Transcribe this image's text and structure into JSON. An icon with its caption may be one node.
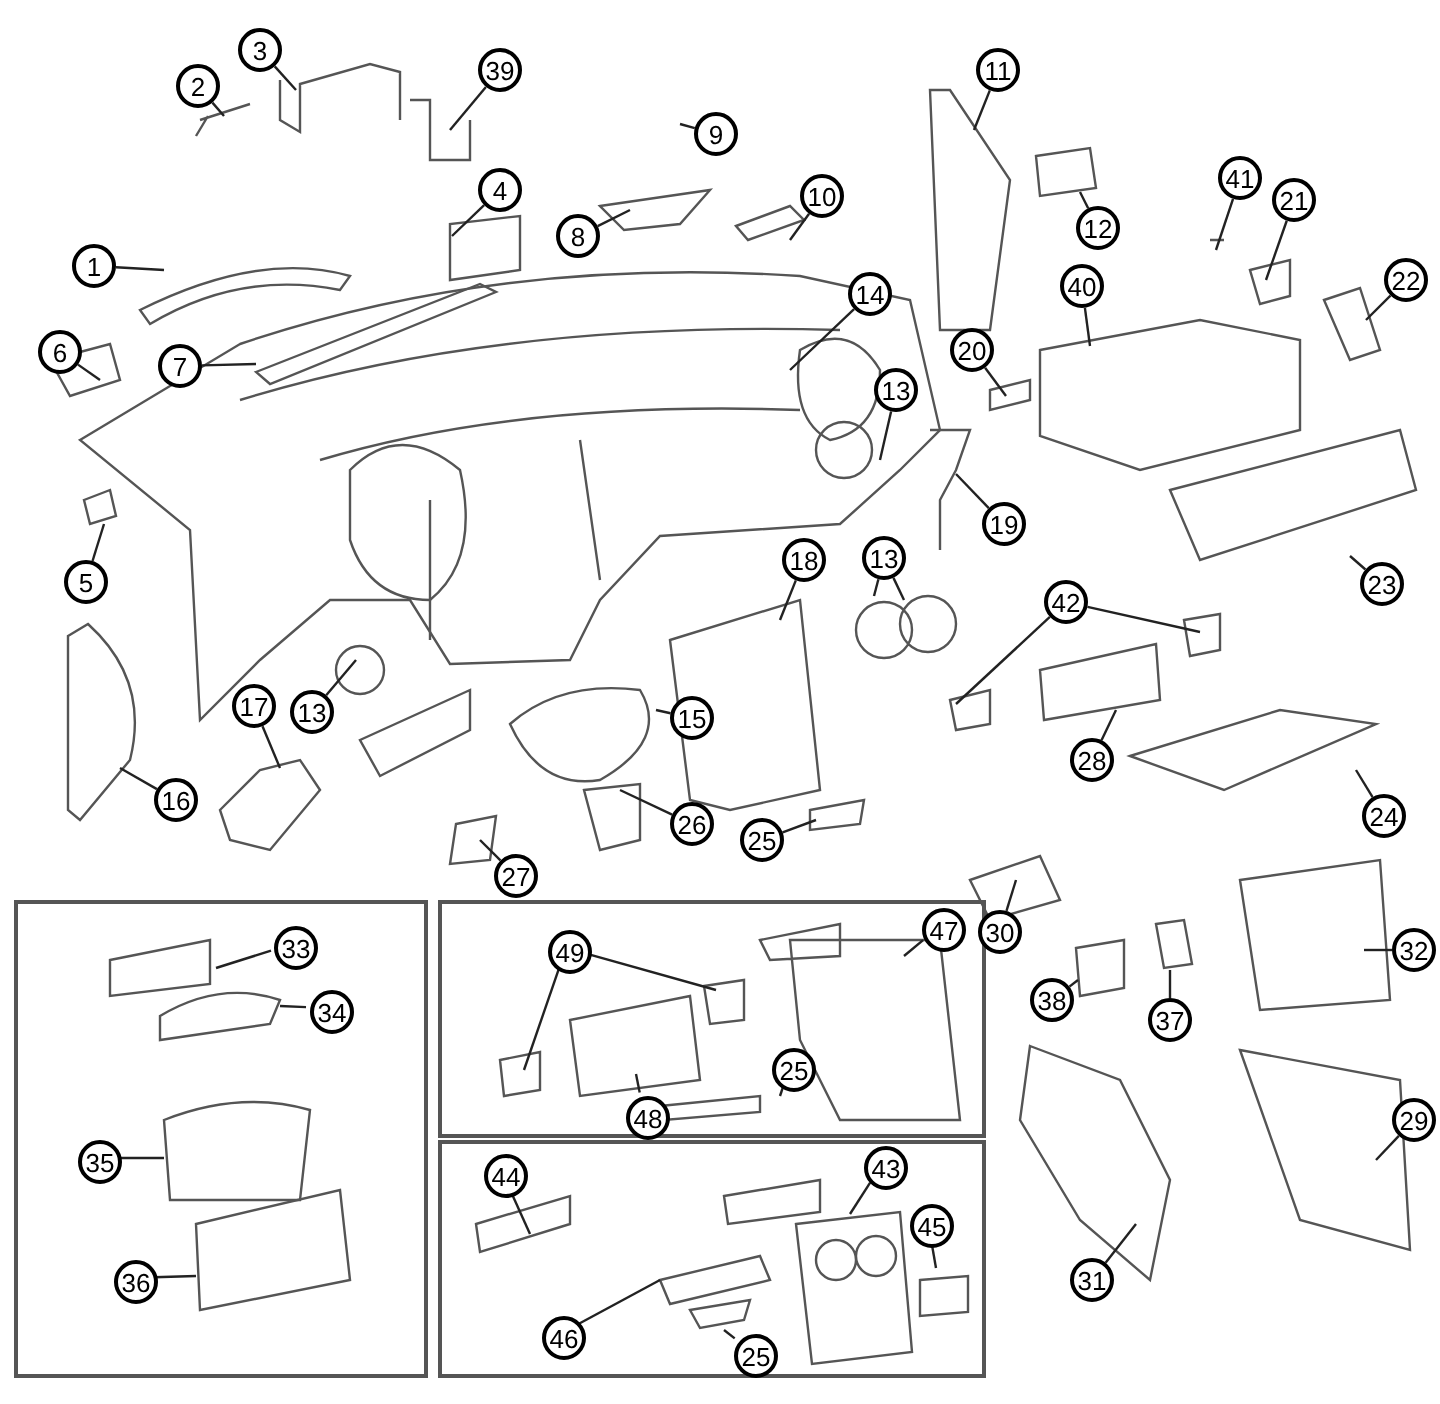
{
  "diagram": {
    "nodes": [
      {
        "text": [
          "3"
        ]
      },
      {
        "text": [
          "2"
        ]
      },
      {
        "text": [
          "39"
        ]
      },
      {
        "text": [
          "9"
        ]
      },
      {
        "text": [
          "11"
        ]
      },
      {
        "text": [
          "4"
        ]
      },
      {
        "text": [
          "10"
        ]
      },
      {
        "text": [
          "41"
        ]
      },
      {
        "text": [
          "21"
        ]
      },
      {
        "text": [
          "12"
        ]
      },
      {
        "text": [
          "8"
        ]
      },
      {
        "text": [
          "1"
        ]
      },
      {
        "text": [
          "22"
        ]
      },
      {
        "text": [
          "40"
        ]
      },
      {
        "text": [
          "14"
        ]
      },
      {
        "text": [
          "20"
        ]
      },
      {
        "text": [
          "6"
        ]
      },
      {
        "text": [
          "7"
        ]
      },
      {
        "text": [
          "13"
        ]
      },
      {
        "text": [
          "19"
        ]
      },
      {
        "text": [
          "13"
        ]
      },
      {
        "text": [
          "18"
        ]
      },
      {
        "text": [
          "5"
        ]
      },
      {
        "text": [
          "23"
        ]
      },
      {
        "text": [
          "42"
        ]
      },
      {
        "text": [
          "17"
        ]
      },
      {
        "text": [
          "13"
        ]
      },
      {
        "text": [
          "15"
        ]
      },
      {
        "text": [
          "28"
        ]
      },
      {
        "text": [
          "16"
        ]
      },
      {
        "text": [
          "24"
        ]
      },
      {
        "text": [
          "26"
        ]
      },
      {
        "text": [
          "25"
        ]
      },
      {
        "text": [
          "27"
        ]
      },
      {
        "text": [],
        "shape": "box"
      },
      {
        "text": [
          "33"
        ],
        "in": 34
      },
      {
        "text": [
          "34"
        ],
        "in": 34
      },
      {
        "text": [
          "35"
        ],
        "in": 34
      },
      {
        "text": [
          "36"
        ],
        "in": 34
      },
      {
        "text": [],
        "shape": "box"
      },
      {
        "text": [
          "49"
        ],
        "in": 39
      },
      {
        "text": [
          "47"
        ],
        "in": 39
      },
      {
        "text": [
          "25"
        ],
        "in": 39
      },
      {
        "text": [
          "48"
        ],
        "in": 39
      },
      {
        "text": [
          "30"
        ]
      },
      {
        "text": [
          "32"
        ]
      },
      {
        "text": [
          "38"
        ]
      },
      {
        "text": [
          "37"
        ]
      },
      {
        "text": [],
        "shape": "box"
      },
      {
        "text": [
          "44"
        ],
        "in": 48
      },
      {
        "text": [
          "43"
        ],
        "in": 48
      },
      {
        "text": [
          "45"
        ],
        "in": 48
      },
      {
        "text": [
          "46"
        ],
        "in": 48
      },
      {
        "text": [
          "25"
        ],
        "in": 48
      },
      {
        "text": [
          "29"
        ]
      },
      {
        "text": [
          "31"
        ]
      }
    ],
    "edges": [
      {
        "from": 0,
        "to": null,
        "arrow": "none"
      },
      {
        "from": 1,
        "to": null,
        "arrow": "none"
      },
      {
        "from": 2,
        "to": null,
        "arrow": "none"
      },
      {
        "from": 3,
        "to": null,
        "arrow": "none"
      },
      {
        "from": 4,
        "to": null,
        "arrow": "none"
      },
      {
        "from": 5,
        "to": null,
        "arrow": "none"
      },
      {
        "from": 6,
        "to": null,
        "arrow": "none"
      },
      {
        "from": 7,
        "to": null,
        "arrow": "none"
      },
      {
        "from": 8,
        "to": null,
        "arrow": "none"
      },
      {
        "from": 9,
        "to": null,
        "arrow": "none"
      },
      {
        "from": 10,
        "to": null,
        "arrow": "none"
      },
      {
        "from": 11,
        "to": null,
        "arrow": "none"
      },
      {
        "from": 12,
        "to": null,
        "arrow": "none"
      },
      {
        "from": 13,
        "to": null,
        "arrow": "none"
      },
      {
        "from": 14,
        "to": null,
        "arrow": "none"
      },
      {
        "from": 15,
        "to": null,
        "arrow": "none"
      },
      {
        "from": 16,
        "to": null,
        "arrow": "none"
      },
      {
        "from": 17,
        "to": null,
        "arrow": "none"
      },
      {
        "from": 18,
        "to": null,
        "arrow": "none"
      },
      {
        "from": 19,
        "to": null,
        "arrow": "none"
      },
      {
        "from": 20,
        "to": null,
        "arrow": "none"
      },
      {
        "from": 20,
        "to": null,
        "arrow": "none"
      },
      {
        "from": 21,
        "to": null,
        "arrow": "none"
      },
      {
        "from": 22,
        "to": null,
        "arrow": "none"
      },
      {
        "from": 23,
        "to": null,
        "arrow": "none"
      },
      {
        "from": 24,
        "to": null,
        "arrow": "none"
      },
      {
        "from": 24,
        "to": null,
        "arrow": "none"
      },
      {
        "from": 25,
        "to": null,
        "arrow": "none"
      },
      {
        "from": 26,
        "to": null,
        "arrow": "none"
      },
      {
        "from": 27,
        "to": null,
        "arrow": "none"
      },
      {
        "from": 28,
        "to": null,
        "arrow": "none"
      },
      {
        "from": 29,
        "to": null,
        "arrow": "none"
      },
      {
        "from": 30,
        "to": null,
        "arrow": "none"
      },
      {
        "from": 31,
        "to": null,
        "arrow": "none"
      },
      {
        "from": 32,
        "to": null,
        "arrow": "none"
      },
      {
        "from": 33,
        "to": null,
        "arrow": "none"
      },
      {
        "from": 35,
        "to": null,
        "arrow": "none"
      },
      {
        "from": 36,
        "to": null,
        "arrow": "none"
      },
      {
        "from": 37,
        "to": null,
        "arrow": "none"
      },
      {
        "from": 38,
        "to": null,
        "arrow": "none"
      },
      {
        "from": 40,
        "to": null,
        "arrow": "none"
      },
      {
        "from": 40,
        "to": null,
        "arrow": "none"
      },
      {
        "from": 41,
        "to": null,
        "arrow": "none"
      },
      {
        "from": 42,
        "to": null,
        "arrow": "none"
      },
      {
        "from": 43,
        "to": null,
        "arrow": "none"
      },
      {
        "from": 44,
        "to": null,
        "arrow": "none"
      },
      {
        "from": 45,
        "to": null,
        "arrow": "none"
      },
      {
        "from": 46,
        "to": null,
        "arrow": "none"
      },
      {
        "from": 47,
        "to": null,
        "arrow": "none"
      },
      {
        "from": 49,
        "to": null,
        "arrow": "none"
      },
      {
        "from": 50,
        "to": null,
        "arrow": "none"
      },
      {
        "from": 51,
        "to": null,
        "arrow": "none"
      },
      {
        "from": 52,
        "to": null,
        "arrow": "none"
      },
      {
        "from": 53,
        "to": null,
        "arrow": "none"
      },
      {
        "from": 54,
        "to": null,
        "arrow": "none"
      },
      {
        "from": 55,
        "to": null,
        "arrow": "none"
      }
    ]
  }
}
